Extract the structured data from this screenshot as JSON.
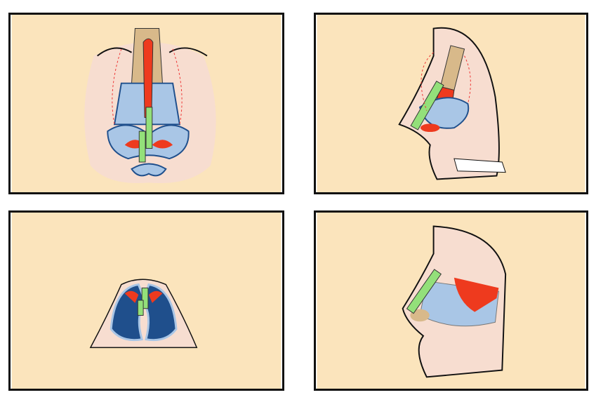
{
  "colors": {
    "background": "#fbe4bc",
    "skin": "#f7ddd0",
    "bone": "#d8b98a",
    "cartilage": "#a9c6e6",
    "cartilage_dark": "#1f4f8c",
    "septum_red": "#ee3a1e",
    "graft_green": "#93e07a",
    "outline": "#111111"
  },
  "panels": [
    {
      "view": "frontal"
    },
    {
      "view": "lateral-skeleton"
    },
    {
      "view": "basal"
    },
    {
      "view": "lateral-septum"
    }
  ]
}
